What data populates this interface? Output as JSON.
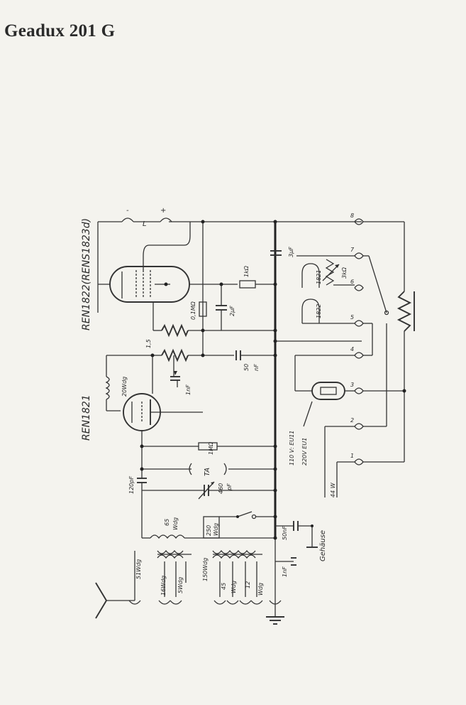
{
  "title": "Geadux 201 G",
  "tubes": {
    "audio_tube": "REN1822(RENS1823d)",
    "detector_tube": "REN1821"
  },
  "components": {
    "r_1k": "1kΩ",
    "r_01m": "0,1MΩ",
    "c_2uf": "2μF",
    "c_3uf": "3μF",
    "r_3k": "3kΩ",
    "heater_1821": "1821",
    "heater_1822": "1822",
    "c_50nf_top": "50",
    "c_50nf_top_unit": "nF",
    "c_1nf_grid": "1nF",
    "coil_20wdg": "20Wdg",
    "r_1m": "1MΩ",
    "ta": "TA",
    "c_120pf": "120pF",
    "c_460pf": "460",
    "c_460pf_unit": "pF",
    "coil_65wdg_num": "65",
    "coil_65wdg_unit": "Wdg",
    "coil_250wdg_num": "250",
    "coil_250wdg_unit": "Wdg",
    "c_50nf_bottom": "50nF",
    "gehause": "Gehäuse",
    "c_1nf_bottom": "1nF",
    "coil_51wdg": "51Wdg",
    "coil_16wdg": "16Wdg",
    "coil_5wdg": "5Wdg",
    "coil_150wdg": "150Wdg",
    "coil_45wdg_num": "45",
    "coil_45wdg_unit": "Wdg",
    "coil_12wdg": "12",
    "coil_6wdg": "Wdg",
    "tap_15": "1,5",
    "lamp_110": "110 V: EU11",
    "lamp_220": "220V  EU1",
    "power_44w": "44 W"
  },
  "terminals": {
    "minus": "-",
    "plus": "+",
    "l": "L",
    "t1": "1",
    "t2": "2",
    "t3": "3",
    "t4": "4",
    "t5": "5",
    "t6": "6",
    "t7": "7",
    "t8": "8"
  }
}
